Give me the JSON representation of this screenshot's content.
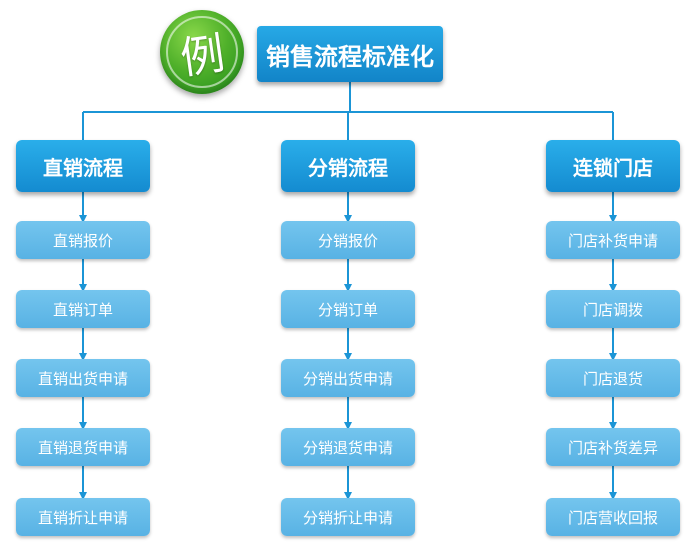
{
  "diagram": {
    "root": "销售流程标准化",
    "badge": "例",
    "columns": [
      {
        "title": "直销流程",
        "steps": [
          "直销报价",
          "直销订单",
          "直销出货申请",
          "直销退货申请",
          "直销折让申请"
        ]
      },
      {
        "title": "分销流程",
        "steps": [
          "分销报价",
          "分销订单",
          "分销出货申请",
          "分销退货申请",
          "分销折让申请"
        ]
      },
      {
        "title": "连锁门店",
        "steps": [
          "门店补货申请",
          "门店调拨",
          "门店退货",
          "门店补货差异",
          "门店营收回报"
        ]
      }
    ],
    "colors": {
      "connector": "#1b95d6",
      "root": "#1a8fd4",
      "category": "#1a8fd4",
      "step": "#62b8e8",
      "badge": "#3ea32a"
    }
  }
}
